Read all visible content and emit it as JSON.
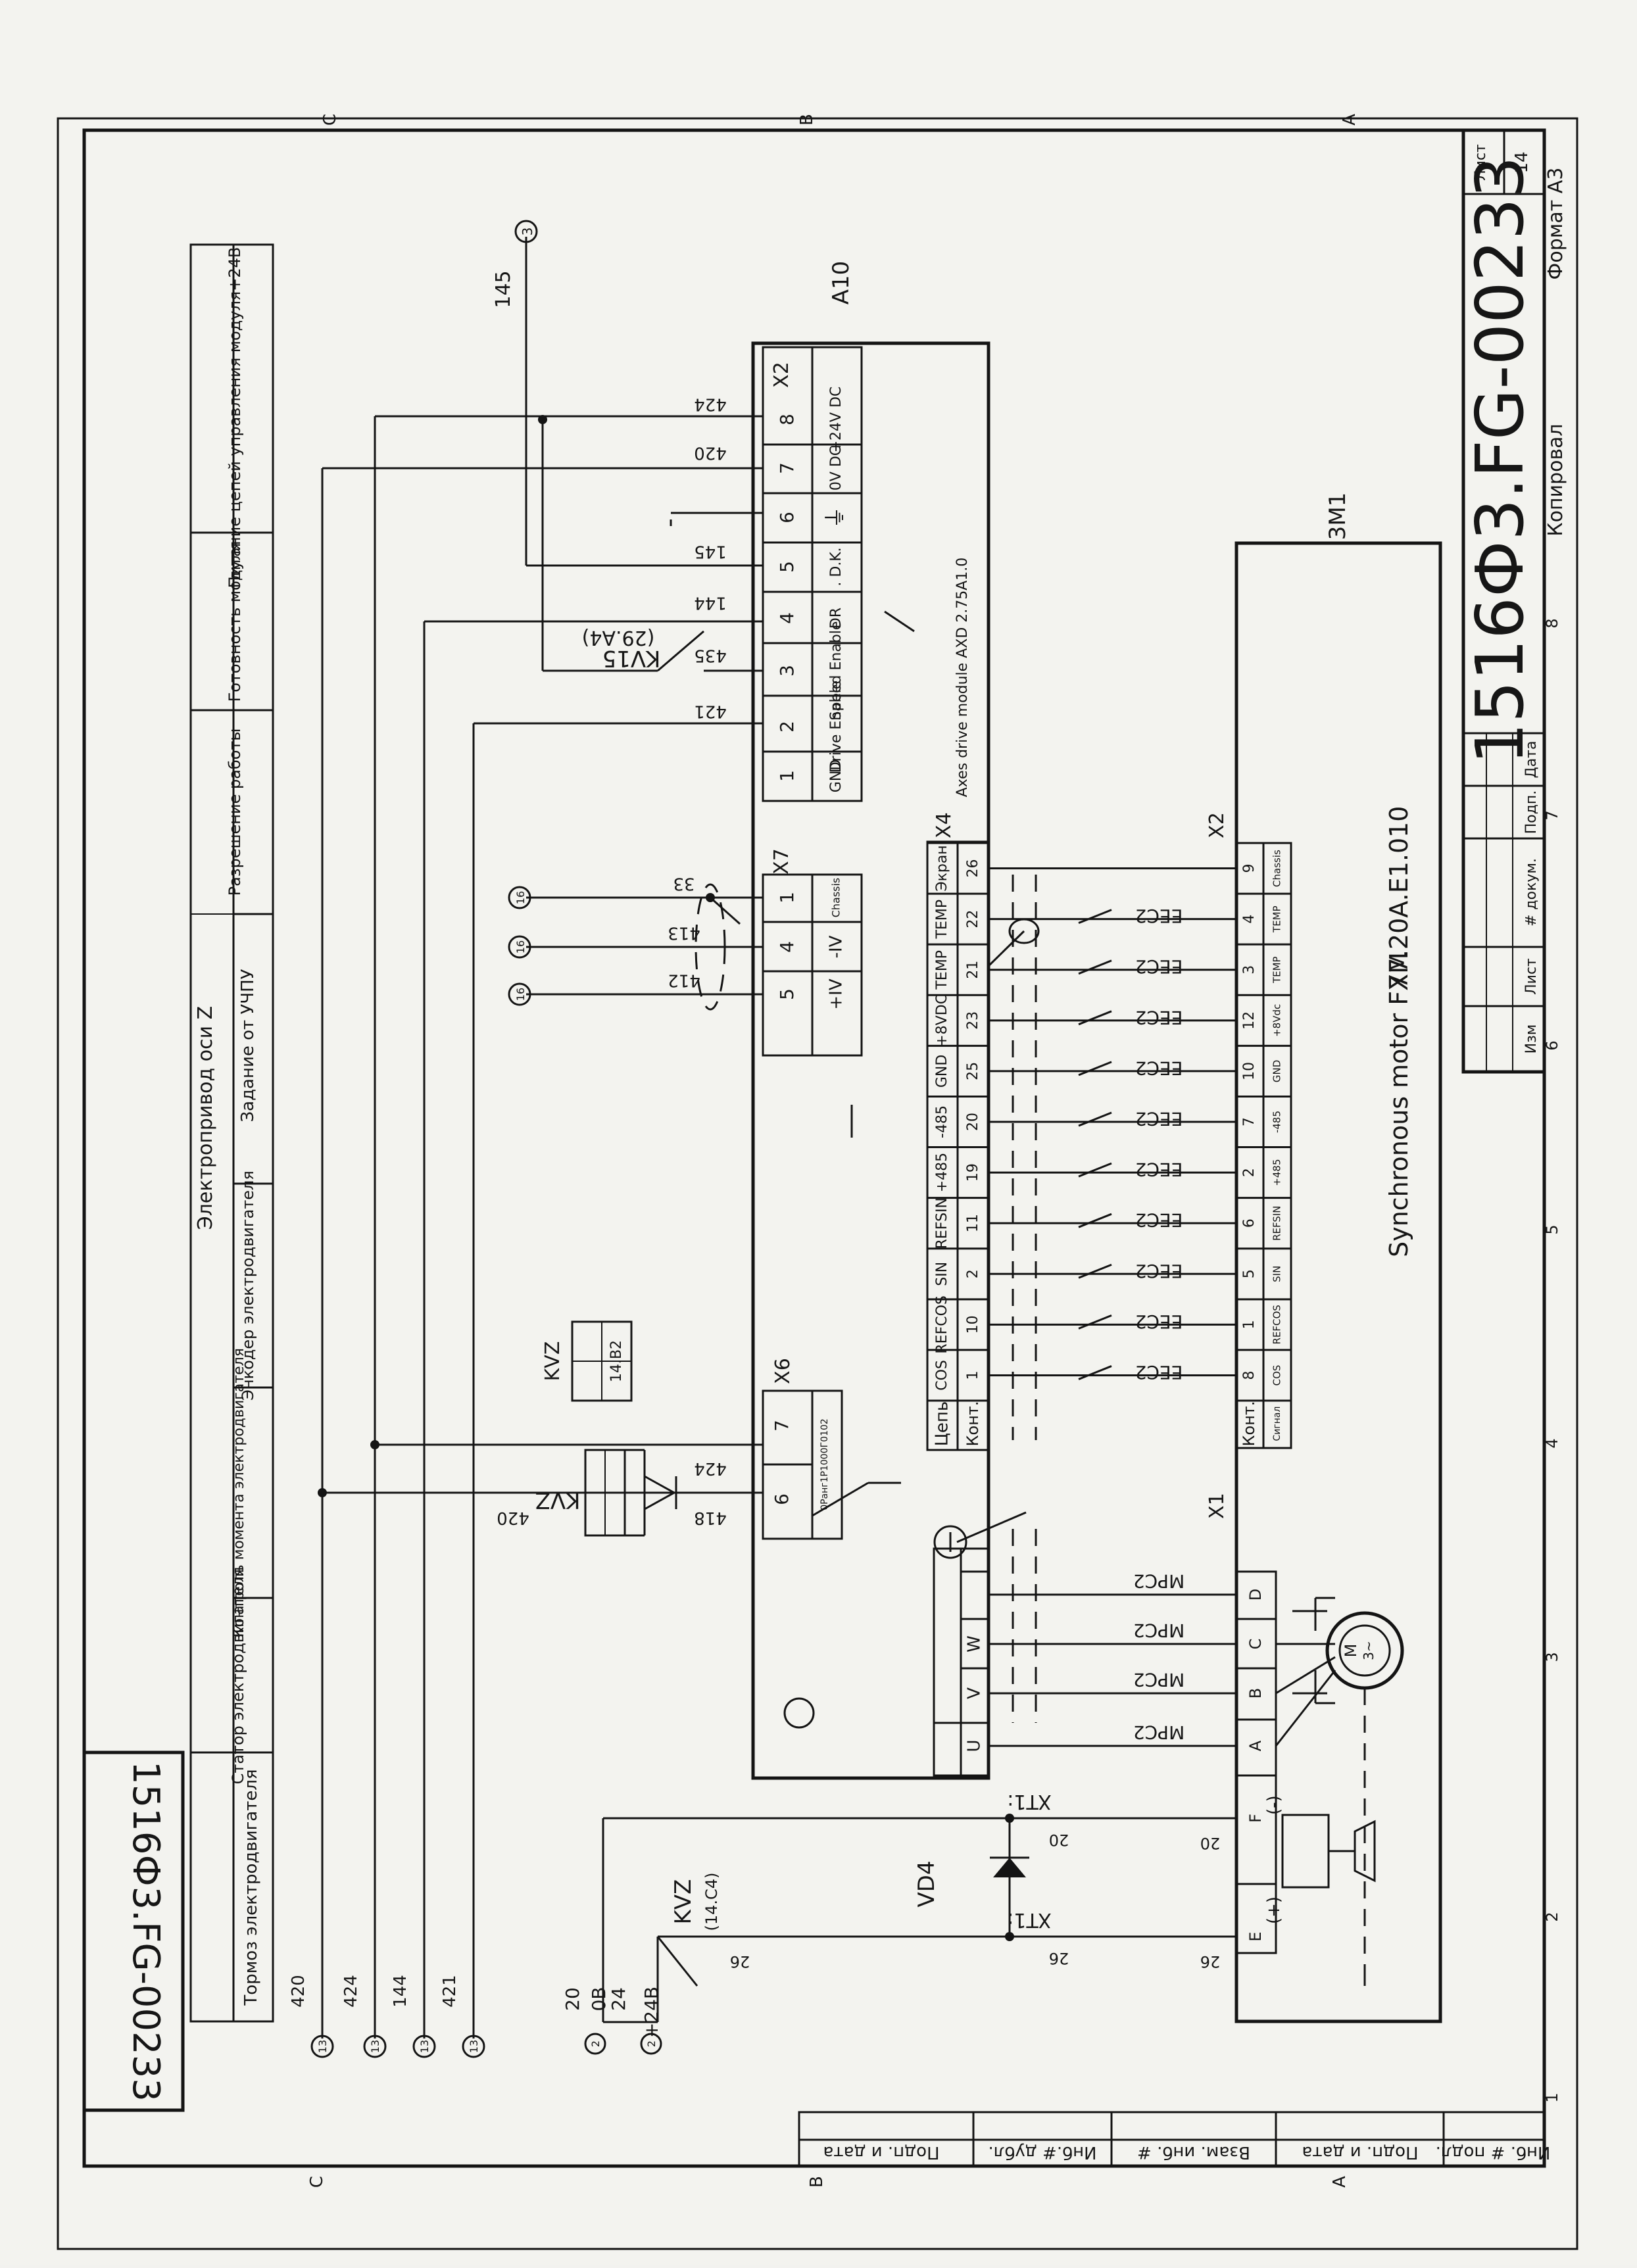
{
  "document": {
    "doc_number": "1516Ф3.FG-00233",
    "stamp_number": "1516Ф3.FG-00233",
    "sheet_label": "Лист",
    "sheet_number": "14",
    "copied_label": "Копировал",
    "format_label": "Формат А3",
    "stamp_cols": [
      "Изм",
      "Лист",
      "# докум.",
      "Подп.",
      "Дата"
    ],
    "left_strip": [
      "Инб. # подл.",
      "Подп. и дата",
      "Взам. инб. #",
      "Инб.# дубл.",
      "Подп. и дата"
    ],
    "zone_letters": [
      "C",
      "B",
      "A"
    ],
    "zone_numbers": [
      "1",
      "2",
      "3",
      "4",
      "5",
      "6",
      "7",
      "8"
    ]
  },
  "header": {
    "group_title": "Электропривод оси Z",
    "columns": [
      "Тормоз электродвигателя",
      "Статор электродвигателя",
      "Контроль момента электродвигателя",
      "Энкодер электродвигателя",
      "Задание от УЧПУ",
      "Разрешение работы",
      "Готовность модуля",
      "Питание цепей управления модуля+24В"
    ]
  },
  "module": {
    "name": "A10",
    "model": "Axes drive module AXD 2.75A1.0",
    "x2": {
      "name": "X2",
      "pins": [
        "1",
        "2",
        "3",
        "4",
        "5",
        "6",
        "7",
        "8"
      ],
      "labels": [
        "GND",
        "Drive Enable",
        "Speed Enable",
        "DR",
        ". D.K.",
        "⏚",
        "0V DC",
        "+24V DC"
      ],
      "wires": [
        "",
        "421",
        "435",
        "144",
        "145",
        "",
        "420",
        "424"
      ]
    },
    "x7": {
      "name": "X7",
      "pins": [
        "5",
        "4",
        "1"
      ],
      "labels": [
        "+IV",
        "-IV",
        "Chassis"
      ],
      "wires": [
        "412",
        "413",
        "33"
      ]
    },
    "x6": {
      "name": "X6",
      "pins": [
        "6",
        "7"
      ],
      "note": "0Ранг1Р1000Г0102",
      "wires": [
        "418",
        "424"
      ]
    },
    "x4": {
      "name": "X4",
      "header": [
        "Цепь",
        "Конт."
      ],
      "signals": [
        "COS",
        "REFCOS",
        "SIN",
        "REFSIN",
        "+485",
        "-485",
        "GND",
        "+8VDC",
        "TEMP",
        "TEMP",
        "Экран"
      ],
      "pins": [
        "1",
        "10",
        "2",
        "11",
        "19",
        "20",
        "25",
        "23",
        "21",
        "22",
        "26"
      ]
    },
    "power": [
      "U",
      "V",
      "W"
    ]
  },
  "motor": {
    "ref": "3M1",
    "title": "Synchronous motor FXM",
    "model": "77.20A.E1.010",
    "symbol_top": "M",
    "symbol_bot": "3~",
    "x1": {
      "name": "X1",
      "pins": [
        "E",
        "F",
        "A",
        "B",
        "C",
        "D"
      ]
    },
    "x2": {
      "name": "X2",
      "header": [
        "Конт.",
        "Сигнал"
      ],
      "pins": [
        "8",
        "1",
        "5",
        "6",
        "2",
        "7",
        "10",
        "12",
        "3",
        "4",
        "9"
      ],
      "signals": [
        "COS",
        "REFCOS",
        "SIN",
        "REFSIN",
        "+485",
        "-485",
        "GND",
        "+8Vdc",
        "TEMP",
        "TEMP",
        "Chassis"
      ]
    },
    "brake_plus": "(+)",
    "brake_minus": "(-)"
  },
  "cables": {
    "encoder": "EEC2",
    "power": "MPC2"
  },
  "terminals": {
    "xt": "XT1:",
    "xt_minus": "XT1:",
    "w20": "20",
    "w26": "26",
    "vd4": "VD4",
    "kvz_contact": "KVZ",
    "kvz_contact_ref": "(14.C4)",
    "kvz_coil": "KVZ",
    "kvz_box": "14.B2",
    "kv15": "KV15",
    "kv15_ref": "(29.A4)",
    "w145": "145",
    "w418": "418",
    "w420": "420",
    "w424": "424"
  },
  "refs": {
    "bus_labels": [
      "420",
      "424",
      "144",
      "421"
    ],
    "bus_marks": [
      "13",
      "13",
      "13",
      "13"
    ],
    "supply": [
      "20",
      "0В",
      "24",
      "+24В"
    ],
    "supply_marks": [
      "2",
      "2"
    ],
    "x7_marks": [
      "16",
      "16",
      "16"
    ],
    "top_mark": "3"
  }
}
